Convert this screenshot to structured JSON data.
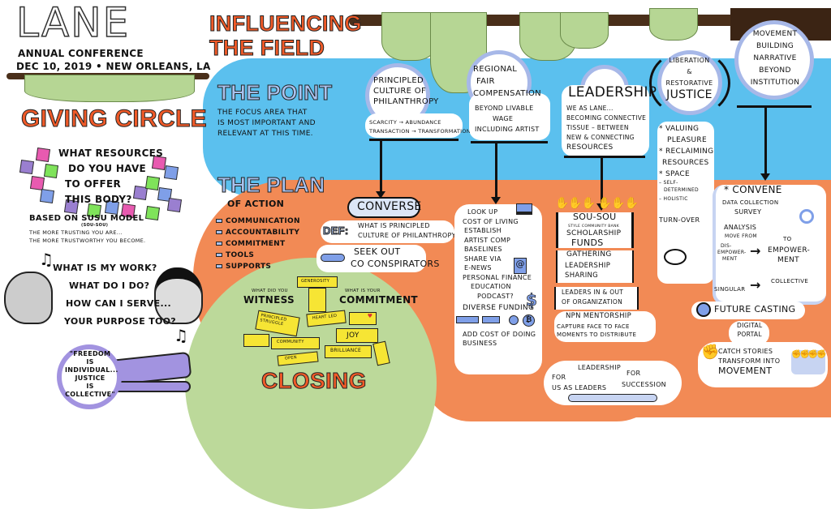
{
  "header": {
    "logo": "LANE",
    "event": "Annual Conference",
    "date_location": "Dec 10, 2019 • New Orleans, LA"
  },
  "giving_circle": {
    "title": "Giving Circle",
    "question": [
      "What resources",
      "do you have",
      "to offer",
      "this body?"
    ],
    "based_on": "Based on Susu model",
    "pronunciation": "(sou-sou)",
    "quote_lines": [
      "The more trusting you are...",
      "the more trustworthy you become."
    ],
    "work_questions": [
      "What is my work?",
      "What do I do?",
      "How can I serve...",
      "your purpose too?"
    ],
    "freedom_quote": [
      "\"Freedom",
      "is",
      "individual...",
      "Justice",
      "is",
      "collective\""
    ]
  },
  "main": {
    "title": [
      "Influencing",
      "the Field"
    ],
    "point": {
      "title": "The Point",
      "desc": [
        "The focus area that",
        "is most important and",
        "relevant at this time."
      ]
    },
    "plan": {
      "title": "The Plan",
      "subtitle": "of action",
      "items": [
        "Communication",
        "Accountability",
        "Commitment",
        "Tools",
        "Supports"
      ]
    }
  },
  "focus_areas": {
    "philanthropy": {
      "title": [
        "Principled",
        "Culture of",
        "Philanthropy"
      ],
      "shifts": [
        "Scarcity → Abundance",
        "Transaction → Transformation"
      ],
      "plan": {
        "converse": "Converse",
        "def_label": "DEF:",
        "def": [
          "What is principled",
          "culture of philanthropy?"
        ],
        "seek": [
          "Seek out",
          "co conspirators"
        ]
      }
    },
    "compensation": {
      "title": [
        "Regional",
        "Fair",
        "Compensation"
      ],
      "desc": [
        "Beyond livable",
        "wage",
        "including artist"
      ],
      "plan": [
        "Look up",
        "cost of living",
        "Establish",
        "artist comp",
        "baselines",
        "Share via",
        "e-news",
        "Personal finance",
        "education",
        "podcast?",
        "Diverse funding",
        "Add cost of doing",
        "business"
      ]
    },
    "leadership": {
      "title": "Leadership",
      "desc": [
        "We as LANE...",
        "becoming connective",
        "tissue – between",
        "new & connecting",
        "resources"
      ],
      "plan": {
        "sousou": "Sou-Sou",
        "sousou_sub": "style community bank",
        "scholarship": [
          "Scholarship",
          "Funds"
        ],
        "gathering": "Gathering",
        "sharing": [
          "Leadership",
          "Sharing"
        ],
        "leaders": [
          "Leaders in & out",
          "of organization"
        ],
        "mentorship": "NPN Mentorship",
        "capture": [
          "Capture face to face",
          "moments to distribute"
        ],
        "succession": {
          "a": "Leadership",
          "b": "for",
          "c": "For",
          "d": "us as leaders",
          "e": "succession"
        }
      }
    },
    "justice": {
      "title": [
        "Liberation",
        "&",
        "Restorative",
        "Justice"
      ],
      "items": [
        "* Valuing",
        "Pleasure",
        "* Reclaiming",
        "Resources",
        "* Space",
        "– Self-",
        "determined",
        "– Holistic",
        "Turn-over"
      ]
    },
    "movement": {
      "title": [
        "Movement",
        "Building",
        "Narrative",
        "Beyond",
        "Institution"
      ],
      "plan": {
        "convene": "* Convene",
        "data": "Data collection",
        "survey": "Survey",
        "analysis": "Analysis",
        "move_from": "Move from",
        "to": "to",
        "dis": [
          "Dis-",
          "empower-",
          "ment"
        ],
        "emp": [
          "Empower-",
          "ment"
        ],
        "singular": "Singular",
        "collective": "Collective",
        "future": "Future casting",
        "portal": [
          "Digital",
          "portal"
        ],
        "stories": [
          "Catch stories",
          "transform into",
          "Movement"
        ]
      }
    }
  },
  "closing": {
    "witness_q": "What did you",
    "witness": "Witness",
    "commitment_q": "What is your",
    "commitment": "Commitment",
    "blocks": [
      "Generosity",
      "Principled struggle",
      "Heart led",
      "Joy",
      "Community",
      "Open",
      "Brilliance"
    ],
    "title": "Closing"
  },
  "colors": {
    "orange": "#f28a55",
    "blue": "#5bc0ee",
    "green": "#bcd99a",
    "yellow": "#f6e534",
    "title_orange": "#f05a28"
  }
}
